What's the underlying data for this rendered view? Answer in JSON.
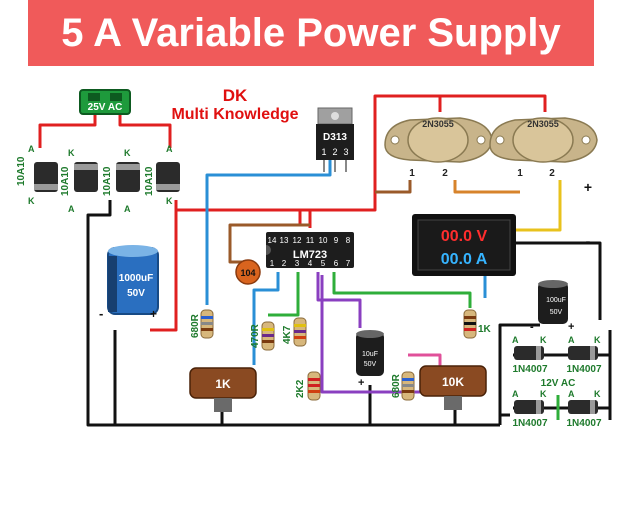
{
  "title": "5 A Variable Power Supply",
  "brand": {
    "line1": "DK",
    "line2": "Multi Knowledge"
  },
  "transformer": {
    "label": "25V AC"
  },
  "diodes_left": [
    "10A10",
    "10A10",
    "10A10",
    "10A10"
  ],
  "diode_pins": {
    "a": "A",
    "k": "K"
  },
  "capacitor_main": {
    "value": "1000uF",
    "voltage": "50V",
    "minus": "-",
    "plus": "+"
  },
  "regulator": {
    "label": "D313",
    "pins": [
      "1",
      "2",
      "3"
    ]
  },
  "transistors": [
    {
      "label": "2N3055",
      "pins": [
        "1",
        "2"
      ]
    },
    {
      "label": "2N3055",
      "pins": [
        "1",
        "2"
      ]
    }
  ],
  "output": {
    "plus": "+",
    "minus": "-"
  },
  "meter": {
    "voltage": "00.0 V",
    "current": "00.0 A"
  },
  "ic": {
    "label": "LM723",
    "top_pins": [
      "14",
      "13",
      "12",
      "11",
      "10",
      "9",
      "8"
    ],
    "bottom_pins": [
      "1",
      "2",
      "3",
      "4",
      "5",
      "6",
      "7"
    ]
  },
  "cap_104": "104",
  "resistors": {
    "r680": "680R",
    "r470": "470R",
    "r4k7": "4K7",
    "r2k2": "2K2",
    "r680b": "680R",
    "r1k": "1K"
  },
  "pots": {
    "pot1": "1K",
    "pot2": "10K"
  },
  "cap_10uf": {
    "value": "10uF",
    "voltage": "50V",
    "plus": "+"
  },
  "cap_100uf": {
    "value": "100uF",
    "voltage": "50V",
    "minus": "-",
    "plus": "+"
  },
  "diodes_right": [
    "1N4007",
    "1N4007",
    "1N4007",
    "1N4007"
  ],
  "ac_12v": "12V AC",
  "colors": {
    "banner": "#f05a5a",
    "wire_red": "#e02020",
    "wire_black": "#111111",
    "wire_blue": "#2a8fd6",
    "wire_green": "#2fae3a",
    "wire_purple": "#8a3fc0",
    "wire_orange": "#d7832b",
    "wire_yellow": "#e8c21c",
    "wire_pink": "#e0509a",
    "wire_brown": "#9a5a2a"
  }
}
